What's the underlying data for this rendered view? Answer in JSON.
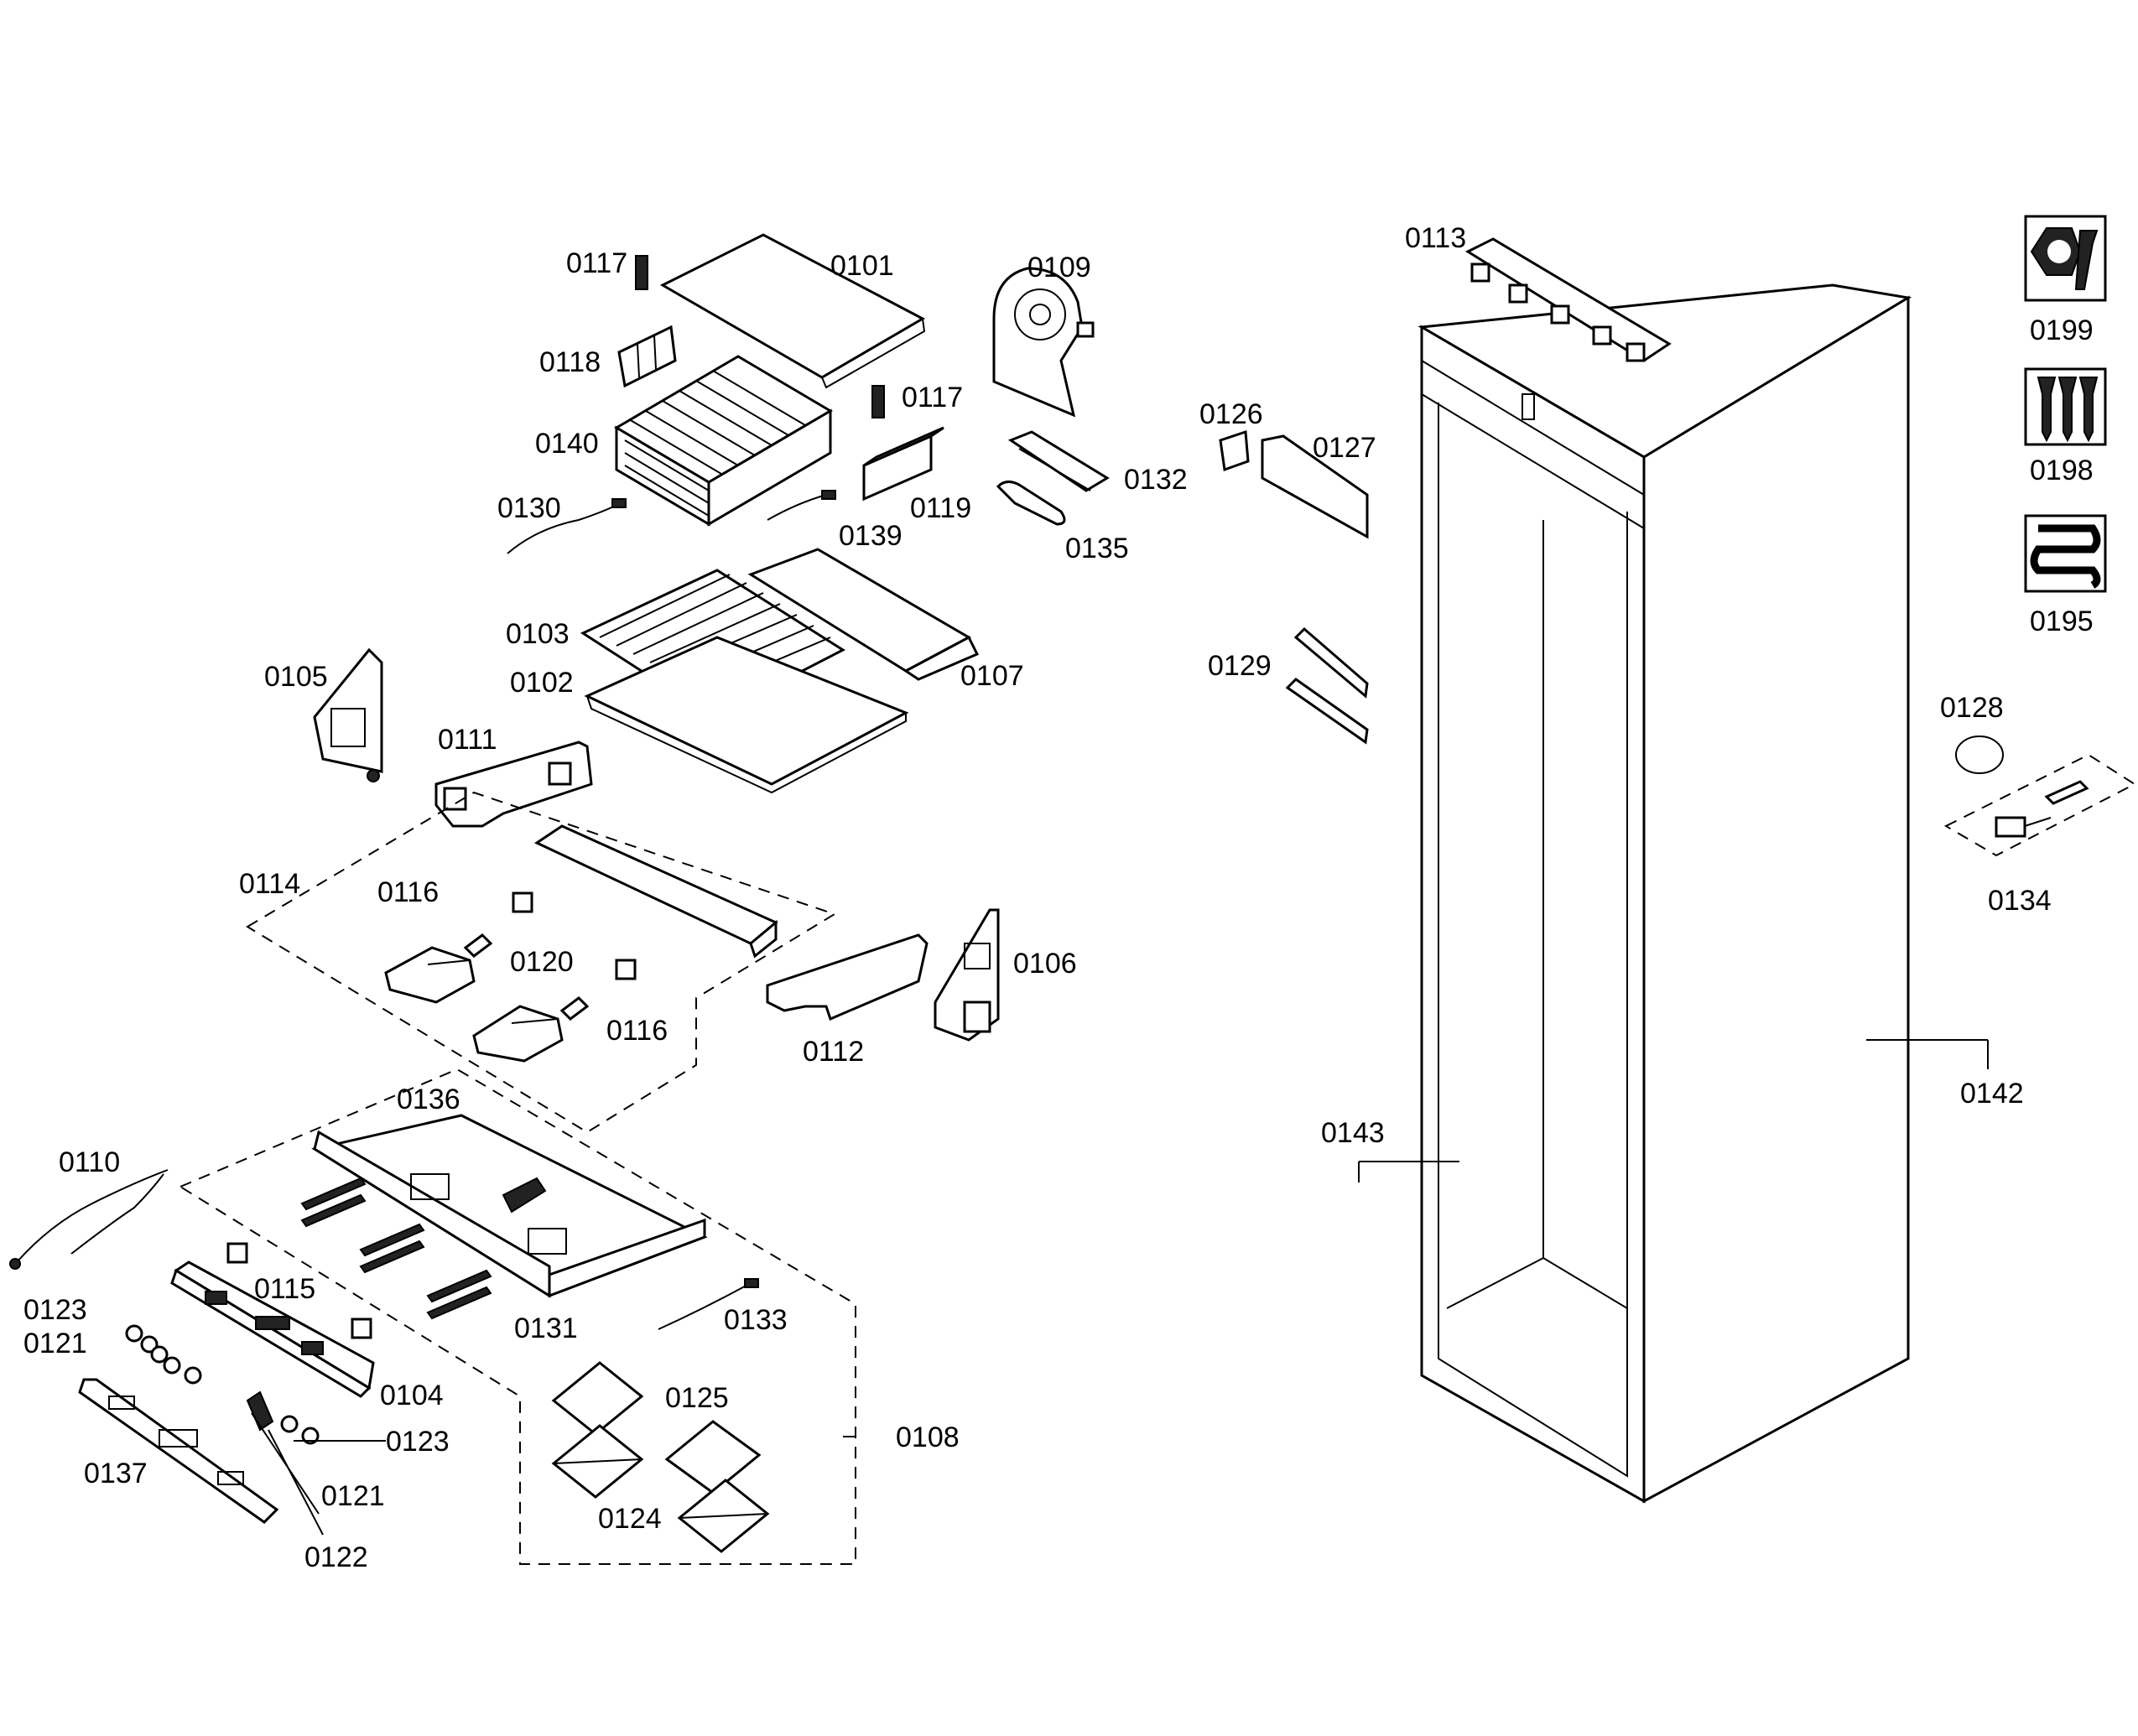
{
  "diagram": {
    "part_numbers": {
      "p0101": "0101",
      "p0102": "0102",
      "p0103": "0103",
      "p0104": "0104",
      "p0105": "0105",
      "p0106": "0106",
      "p0107": "0107",
      "p0108": "0108",
      "p0109": "0109",
      "p0110": "0110",
      "p0111": "0111",
      "p0112": "0112",
      "p0113": "0113",
      "p0114": "0114",
      "p0115": "0115",
      "p0116": "0116",
      "p0117": "0117",
      "p0118": "0118",
      "p0119": "0119",
      "p0120": "0120",
      "p0121": "0121",
      "p0122": "0122",
      "p0123": "0123",
      "p0124": "0124",
      "p0125": "0125",
      "p0126": "0126",
      "p0127": "0127",
      "p0128": "0128",
      "p0129": "0129",
      "p0130": "0130",
      "p0131": "0131",
      "p0132": "0132",
      "p0133": "0133",
      "p0134": "0134",
      "p0135": "0135",
      "p0136": "0136",
      "p0137": "0137",
      "p0139": "0139",
      "p0140": "0140",
      "p0142": "0142",
      "p0143": "0143",
      "p0195": "0195",
      "p0198": "0198",
      "p0199": "0199"
    },
    "icons": {
      "p0199": "wrench-icon",
      "p0198": "screws-icon",
      "p0195": "coil-icon"
    }
  }
}
